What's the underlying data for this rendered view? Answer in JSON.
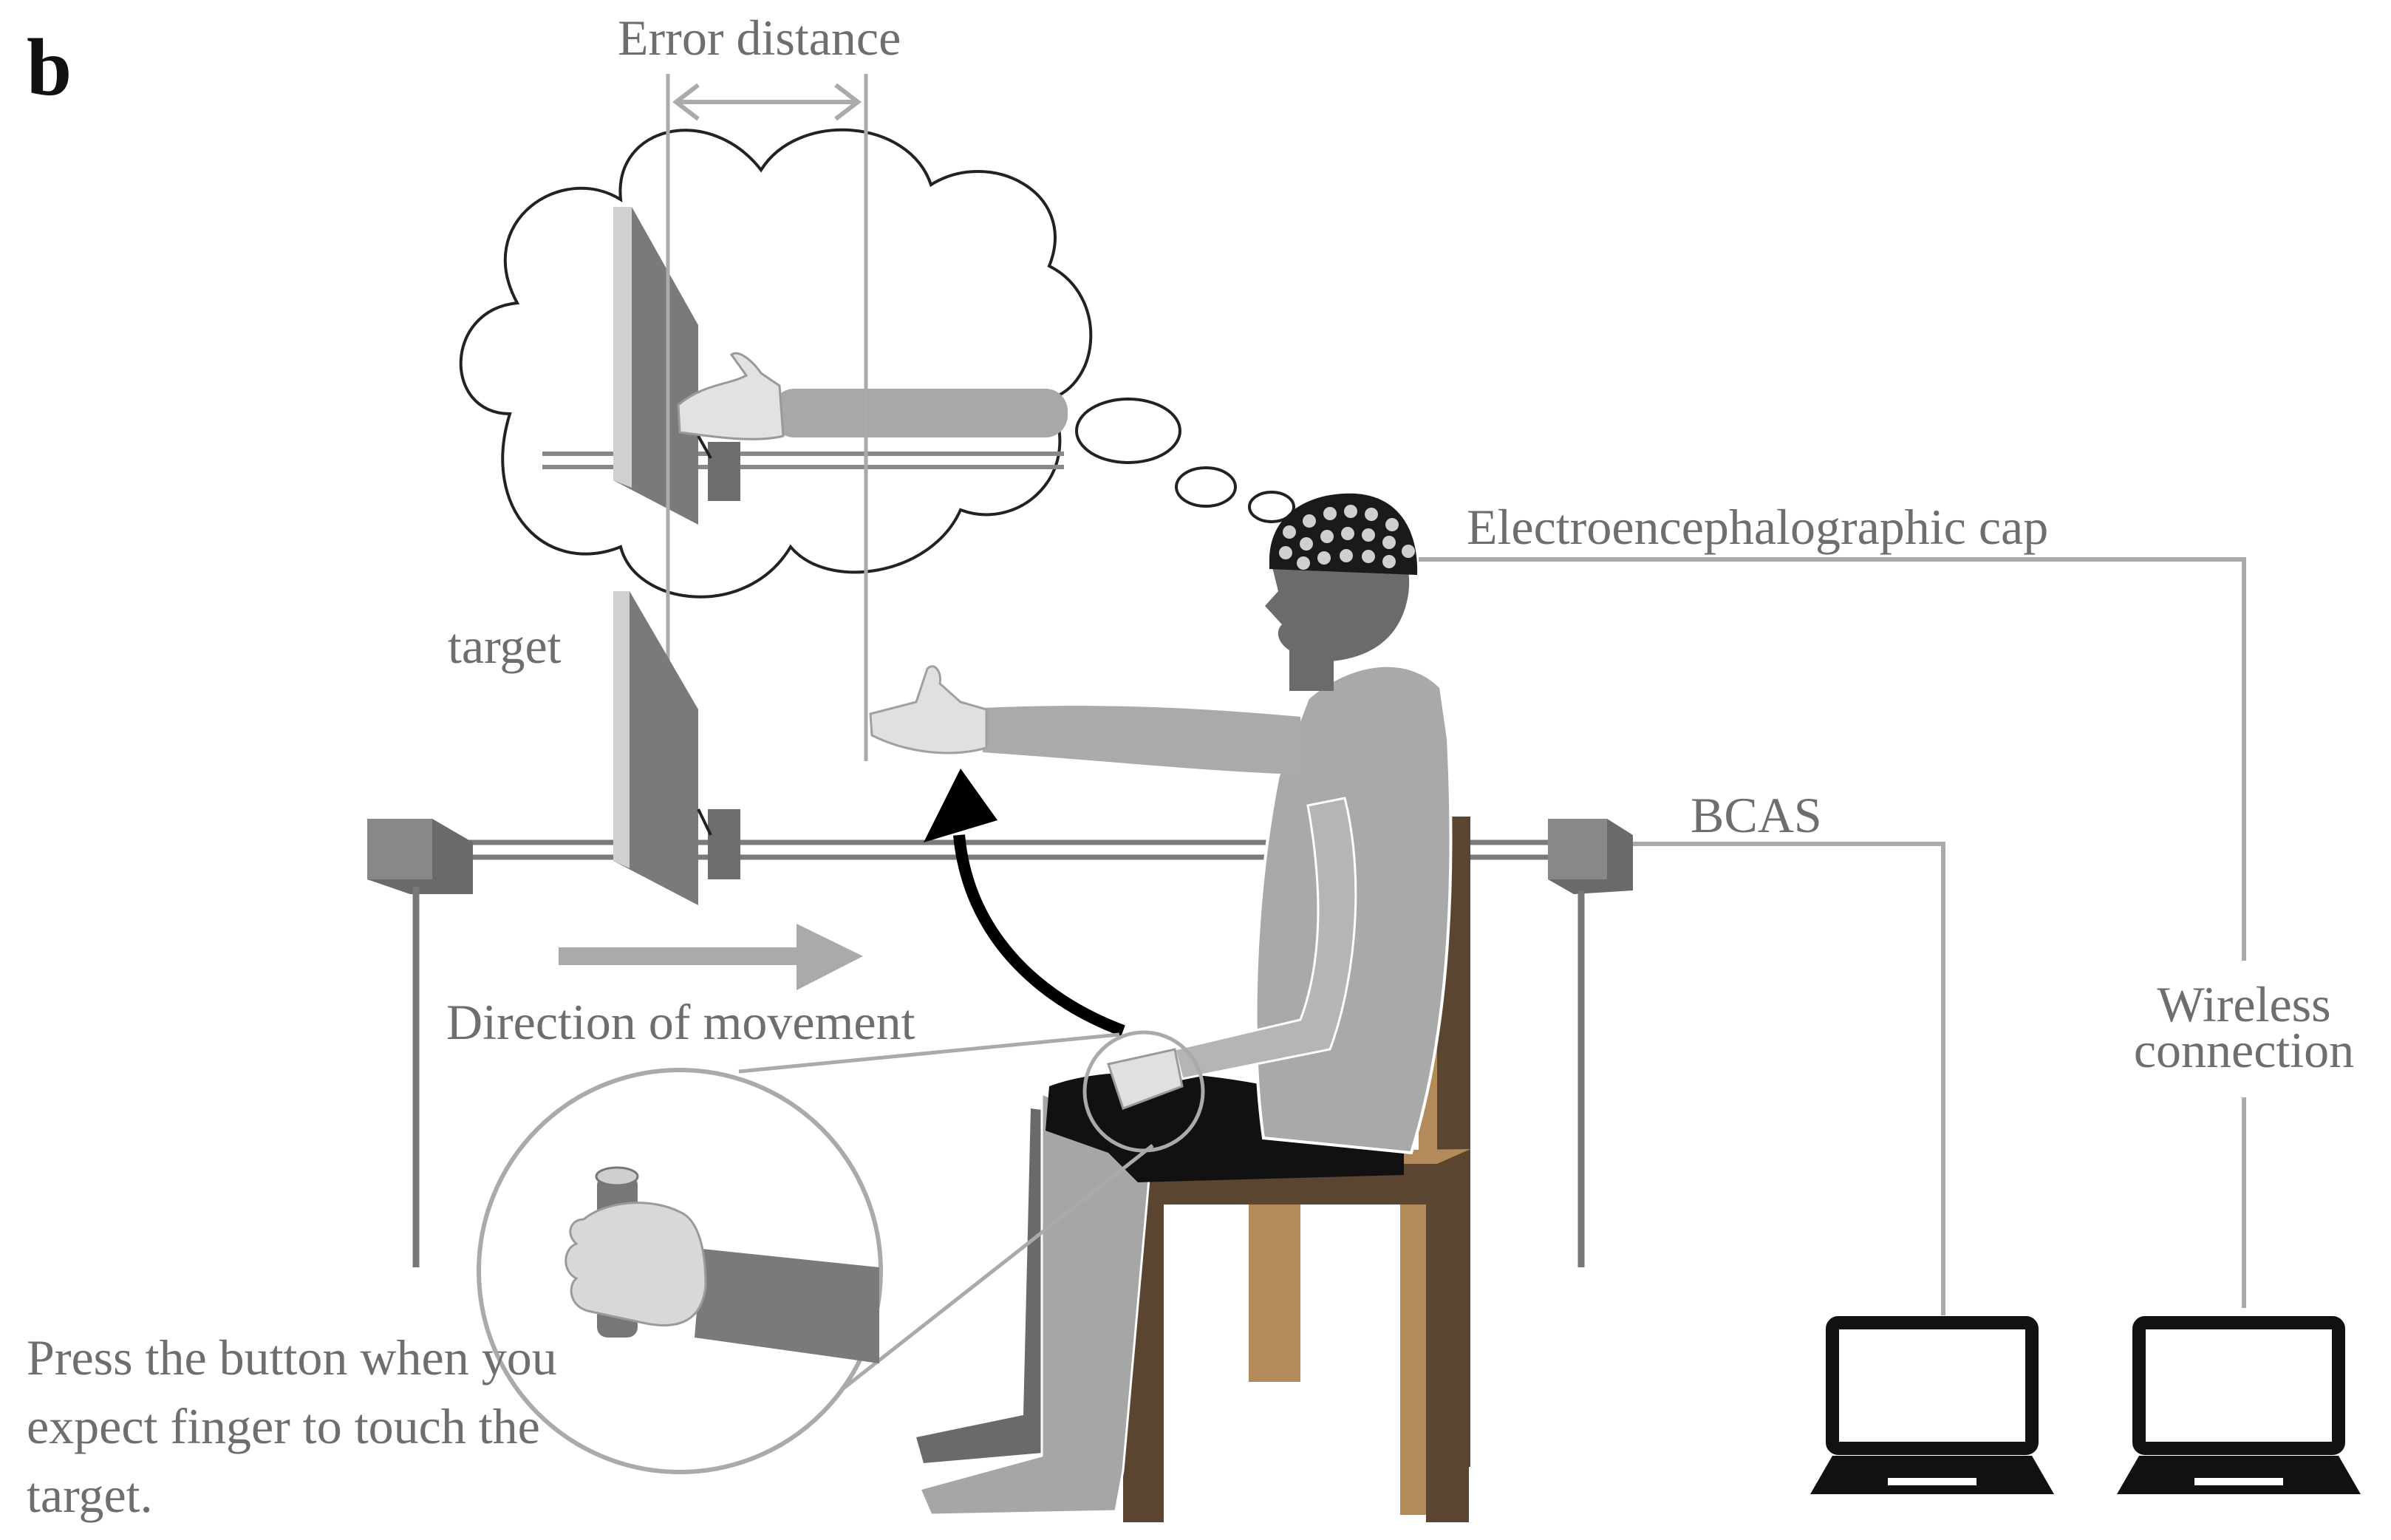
{
  "panel_label": "b",
  "labels": {
    "error_distance": "Error distance",
    "eeg_cap": "Electroencephalographic cap",
    "target": "target",
    "bcas": "BCAS",
    "wireless_line1": "Wireless",
    "wireless_line2": "connection",
    "direction": "Direction of movement",
    "instruction_line1": "Press the button when you",
    "instruction_line2": "expect  finger to touch the",
    "instruction_line3": "target."
  },
  "colors": {
    "label_text": "#6e6e6e",
    "skin_dark": "#6b6b6b",
    "skin_mid": "#8a8a8a",
    "shirt": "#a9a9a9",
    "arm_light": "#b5b5b5",
    "chair_dark": "#5a4630",
    "chair_light": "#b38b5a",
    "device": "#777777",
    "laptop": "#111111"
  },
  "icons": [
    "eeg-cap-icon",
    "laptop-icon",
    "laptop-icon",
    "thought-bubble",
    "curved-arrow-icon",
    "right-arrow-icon"
  ]
}
